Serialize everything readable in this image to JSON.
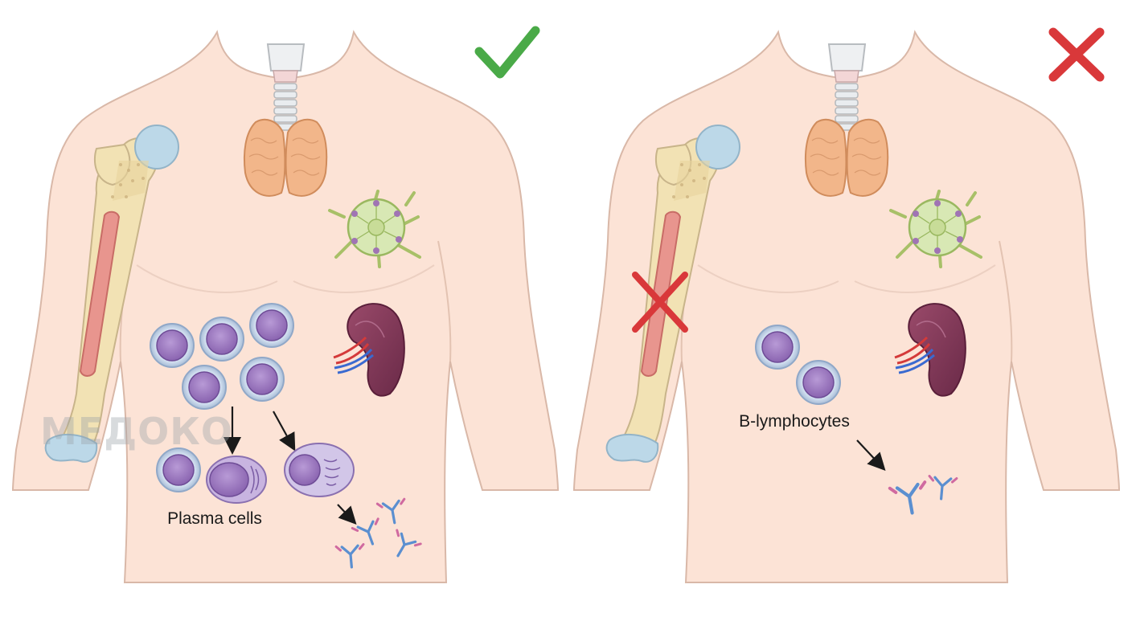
{
  "watermark": "МЕДОКО",
  "left_panel": {
    "status": "check",
    "labels": {
      "plasma": "Plasma cells"
    }
  },
  "right_panel": {
    "status": "cross",
    "labels": {
      "blymph": "B-lymphocytes"
    }
  },
  "colors": {
    "skin": "#fce3d6",
    "outline": "#d9b8a8",
    "bone": "#f2e2b4",
    "marrow": "#e8958e",
    "cartilage": "#bcd8e8",
    "thymus": "#f2b68a",
    "lymph_node": "#d8e8b4",
    "spleen": "#8a3a5a",
    "cell": "#a080c0",
    "antibody_blue": "#5b8fd0",
    "antibody_pink": "#d06aa0",
    "check": "#4aaa48",
    "cross": "#d9383a"
  }
}
